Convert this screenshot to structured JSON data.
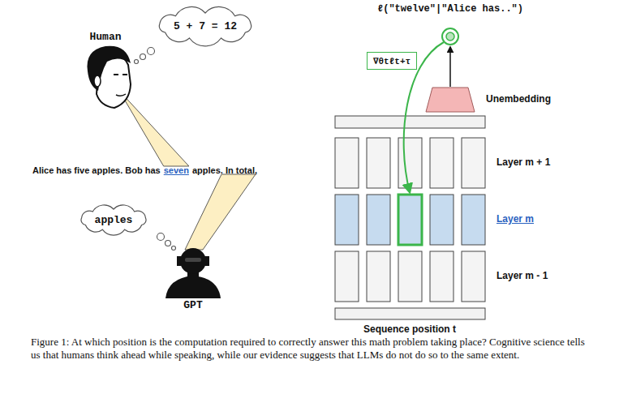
{
  "diagram": {
    "caption": "Figure 1: At which position is the computation required to correctly answer this math problem taking place? Cognitive science tells us that humans think ahead while speaking, while our evidence suggests that LLMs do not do so to the same extent.",
    "nodes": [
      {
        "text": [
          "5 + 7 = 12"
        ]
      },
      {
        "text": [
          "apples"
        ]
      },
      {
        "text": [
          "∇θtℓt+τ"
        ]
      },
      {
        "text": [
          "Unembedding"
        ]
      }
    ],
    "labels": [
      "Human",
      "GPT",
      "Alice has five apples. Bob has",
      "seven",
      "apples. In total,",
      "ℓ(\"twelve\"|\"Alice has..\")",
      "Layer m + 1",
      "Layer m",
      "Layer m - 1",
      "Sequence position t"
    ]
  }
}
